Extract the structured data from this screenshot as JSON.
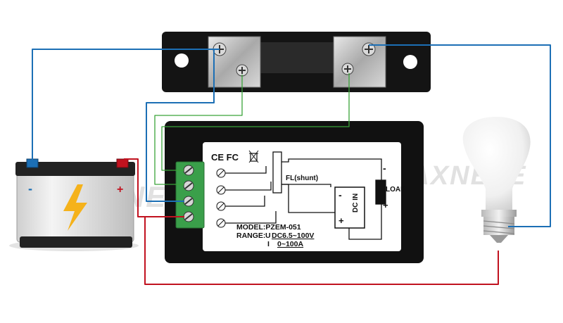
{
  "watermark": "TAXNELE",
  "meter": {
    "cert_marks": "CE FC",
    "shunt_label": "FL(shunt)",
    "supply_label": "DC IN",
    "load_label": "LOAD",
    "model_line": "MODEL:PZEM-051",
    "range_label": "RANGE:",
    "range_u_prefix": "U",
    "range_u": "DC6.5~100V",
    "range_i_prefix": "I",
    "range_i": "0~100A",
    "minus_sign": "-",
    "plus_sign": "+"
  },
  "battery": {
    "minus_label": "-",
    "plus_label": "+"
  },
  "colors": {
    "wire_blue": "#1c6fb5",
    "wire_red": "#c1121f",
    "wire_green": "#3aa339",
    "terminal_block": "#3a9f4a",
    "meter_body": "#111111",
    "shunt_base": "#141414",
    "battery_cap": "#222222",
    "lightning": "#f5b21b"
  },
  "icons": [
    "screw-terminal-icon",
    "lightning-icon",
    "light-bulb-icon",
    "shunt-resistor-icon",
    "trash-bin-icon"
  ]
}
